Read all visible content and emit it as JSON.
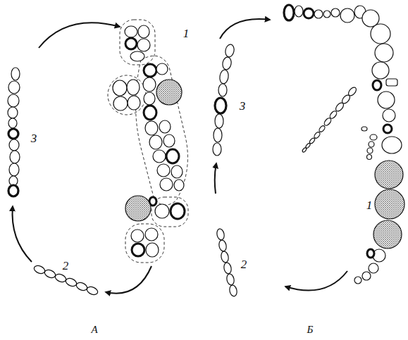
{
  "diagram": {
    "labels": [
      "1",
      "3",
      "2",
      "А",
      "1",
      "3",
      "2",
      "Б"
    ]
  }
}
